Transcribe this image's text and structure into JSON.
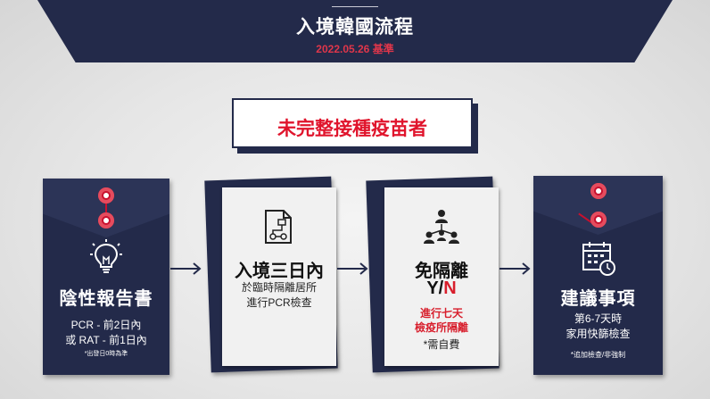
{
  "header": {
    "title": "入境韓國流程",
    "date": "2022.05.26 基準"
  },
  "category": "未完整接種疫苗者",
  "steps": [
    {
      "title": "陰性報告書",
      "lines": [
        "PCR - 前2日內",
        "或 RAT -  前1日內"
      ],
      "note": "*出發日0時為準",
      "icon": "lightbulb-icon"
    },
    {
      "title": "入境三日內",
      "lines": [
        "於臨時隔離居所",
        "進行PCR檢查"
      ],
      "icon": "flowchart-icon"
    },
    {
      "title": "免隔離",
      "yn_prefix": "Y/",
      "yn_suffix": "N",
      "red_lines": [
        "進行七天",
        "檢疫所隔離"
      ],
      "fee": "*需自費",
      "icon": "people-network-icon"
    },
    {
      "title": "建議事項",
      "lines": [
        "第6-7天時",
        "家用快篩檢查"
      ],
      "note": "*追加檢查/非強制",
      "icon": "calendar-clock-icon"
    }
  ],
  "colors": {
    "navy": "#232a4a",
    "red": "#e0142c",
    "accent_red": "#c8102e",
    "paper": "#f1f1f1"
  }
}
